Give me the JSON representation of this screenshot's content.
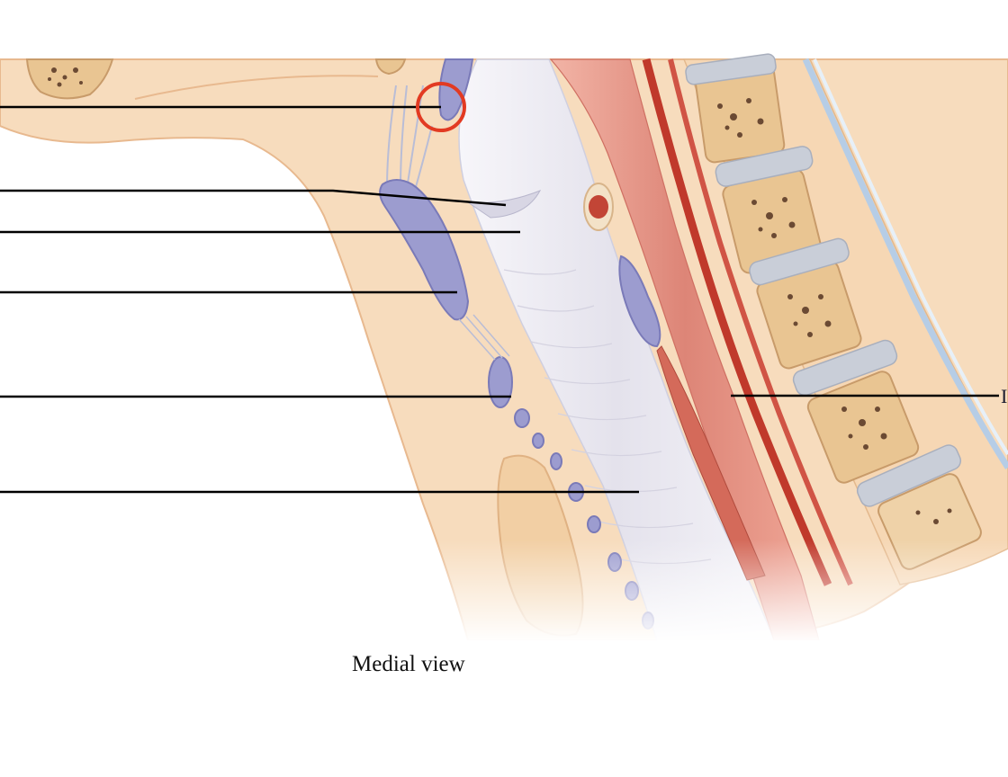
{
  "diagram": {
    "view_caption": "Medial view",
    "right_label_fragment": "I",
    "colors": {
      "skin": "#f7dcbd",
      "skin_edge": "#e8b98f",
      "bone": "#e9c592",
      "bone_spots": "#6b4a33",
      "disc": "#c9ced8",
      "lumen": "#efeef3",
      "muscle": "#e07a6e",
      "muscle_dark": "#c0392b",
      "lymph": "#9c9ccf",
      "lymph_edge": "#7a7ab8",
      "highlight_circle": "#e23a22",
      "leader_line": "#000000"
    },
    "icons": [
      "highlight-circle"
    ]
  }
}
